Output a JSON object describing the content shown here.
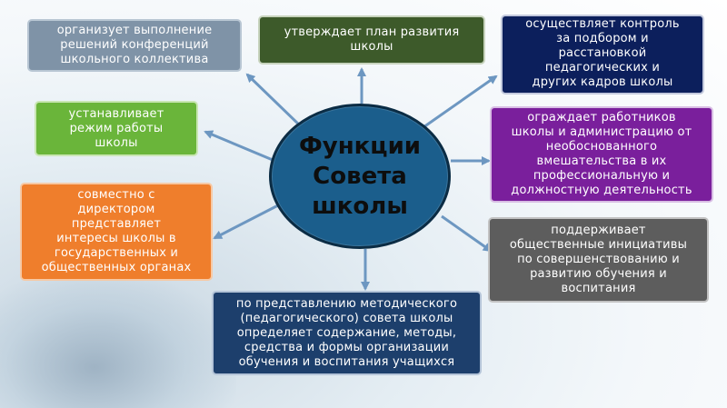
{
  "center": {
    "title": "Функции\nСовета\nшколы",
    "color": "#1b5e8c"
  },
  "boxes": [
    {
      "id": "organizes",
      "text": "организует выполнение\nрешений конференций\nшкольного коллектива",
      "color": "#7f93a7"
    },
    {
      "id": "approves",
      "text": "утверждает план развития\nшколы",
      "color": "#3d5a2a"
    },
    {
      "id": "controls",
      "text": "осуществляет контроль\nза подбором и\nрасстановкой\nпедагогических и\nдругих кадров школы",
      "color": "#0c1f5c"
    },
    {
      "id": "regime",
      "text": "устанавливает\nрежим работы\nшколы",
      "color": "#6ab53a"
    },
    {
      "id": "protects",
      "text": "ограждает работников\nшколы и администрацию от\nнеобоснованного\nвмешательства в их\nпрофессиональную и\nдолжностную деятельность",
      "color": "#7a1f9c"
    },
    {
      "id": "represents",
      "text": "совместно с\nдиректором\nпредставляет\nинтересы школы в\nгосударственных и\nобщественных органах",
      "color": "#ef7e2c"
    },
    {
      "id": "supports",
      "text": "поддерживает\nобщественные инициативы\nпо совершенствованию и\nразвитию обучения и\nвоспитания",
      "color": "#5d5d5d"
    },
    {
      "id": "defines",
      "text": "по представлению методического\n(педагогического) совета школы\nопределяет содержание, методы,\nсредства и формы организации\nобучения и воспитания учащихся",
      "color": "#1d3f6c"
    }
  ],
  "colors": {
    "arrow": "#6d97c1",
    "center_border": "#0b2c44"
  }
}
